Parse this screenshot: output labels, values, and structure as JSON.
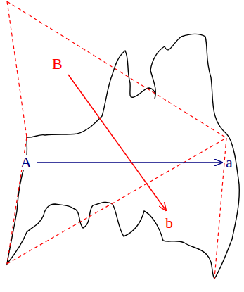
{
  "diagram": {
    "labels": [
      "A",
      "a",
      "B",
      "b"
    ]
  }
}
